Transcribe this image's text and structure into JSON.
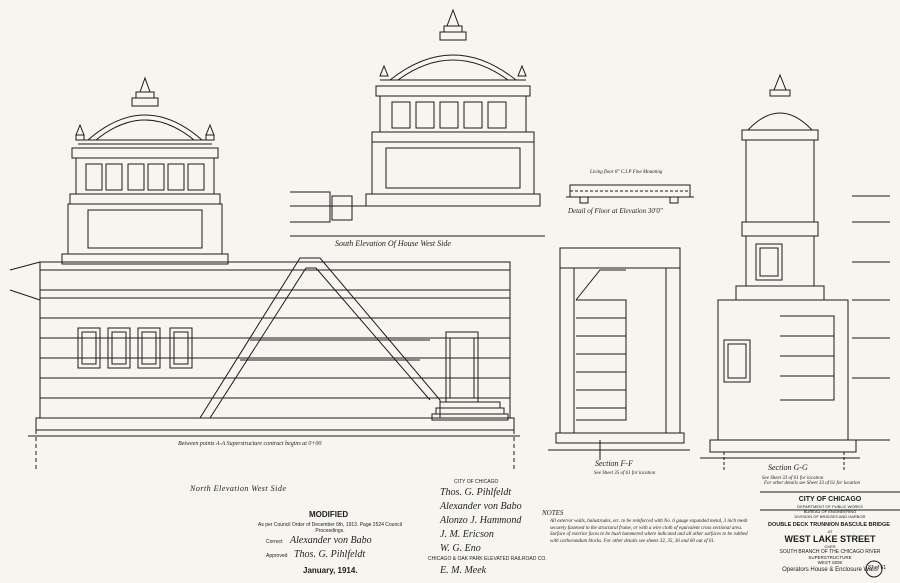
{
  "views": {
    "north_elevation": "North Elevation West Side",
    "south_elevation": "South Elevation Of House West Side",
    "section_ff": "Section F-F",
    "section_gg": "Section G-G",
    "floor_detail": "Detail of Floor at Elevation 30'0\""
  },
  "notes": {
    "between_points": "Between points A-A Superstructure contract begins at 0+00",
    "floor_pour": "Living floor 8\" C.I.P Fine Mounting",
    "section_ref": "See Sheet 35 of 61 for location",
    "section_ref_gg": "See Sheet 33 of 61 for location",
    "notes_heading": "NOTES",
    "notes_body": "All exterior walls, balustrades, etc. to be reinforced with No. 6 gauge expanded metal, 3 inch mesh securely fastened to the structural frame, or with a wire cloth of equivalent cross sectional area. Surface of exterior faces to be bush hammered where indicated and all other surfaces to be rubbed with carborundum blocks. For other details see sheets 32, 35, 36 and 60 out of 61."
  },
  "approval": {
    "modified": "MODIFIED",
    "council_order": "As per Council Order of December 6th, 1913. Page 2524 Council Proceedings.",
    "date": "January, 1914.",
    "corrected_label": "Correct",
    "approved_label": "Approved"
  },
  "signoff": {
    "city": "CITY OF CHICAGO",
    "railroad": "CHICAGO & OAK PARK ELEVATED RAILROAD CO."
  },
  "title_block": {
    "for_details": "For other details see Sheet 33 of 61 for location",
    "city": "CITY OF CHICAGO",
    "dept1": "DEPARTMENT OF PUBLIC WORKS",
    "dept2": "BUREAU OF ENGINEERING",
    "dept3": "DIVISION OF BRIDGES AND HARBOR",
    "bridge_type": "DOUBLE DECK TRUNNION BASCULE BRIDGE",
    "at": "AT",
    "street": "WEST LAKE STREET",
    "over": "OVER",
    "river": "SOUTH BRANCH OF THE CHICAGO RIVER",
    "part": "SUPERSTRUCTURE",
    "side": "WEST SIDE",
    "subject": "Operators House & Enclosure Walls",
    "sheet": "37 of 61"
  },
  "colors": {
    "ink": "#1b1b1b",
    "paper": "#f7f5ef"
  }
}
